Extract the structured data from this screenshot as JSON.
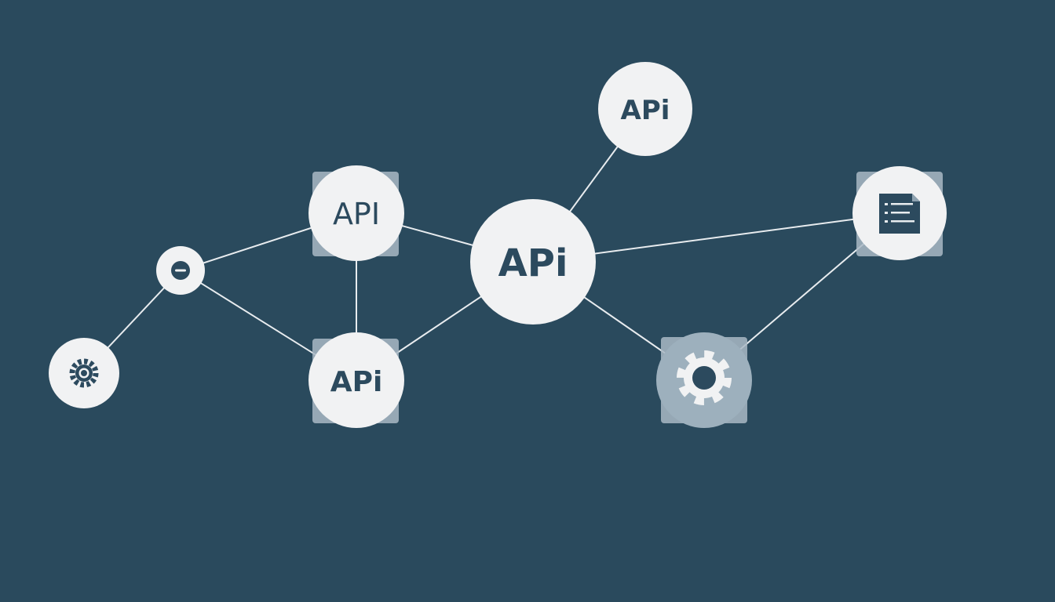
{
  "colors": {
    "background": "#2a4a5d",
    "node_fill": "#f1f2f3",
    "edge": "#e8ecef",
    "icon": "#2c4a5e",
    "frame": "#a9b9c4",
    "gear_node": "#9db0bd"
  },
  "nodes": {
    "api_top": {
      "label": "APi"
    },
    "api_upper_left": {
      "label": "API"
    },
    "api_center": {
      "label": "APi"
    },
    "api_lower_left": {
      "label": "APi"
    },
    "document": {
      "icon": "document-icon"
    },
    "gear_right": {
      "icon": "gear-icon"
    },
    "small_gear": {
      "icon": "gear-icon"
    },
    "small_minus": {
      "icon": "minus-icon"
    }
  },
  "edges": [
    {
      "from": "small_gear",
      "to": "small_minus"
    },
    {
      "from": "small_minus",
      "to": "api_upper_left"
    },
    {
      "from": "small_minus",
      "to": "api_lower_left"
    },
    {
      "from": "api_upper_left",
      "to": "api_lower_left"
    },
    {
      "from": "api_upper_left",
      "to": "api_center"
    },
    {
      "from": "api_lower_left",
      "to": "api_center"
    },
    {
      "from": "api_center",
      "to": "api_top"
    },
    {
      "from": "api_center",
      "to": "document"
    },
    {
      "from": "api_center",
      "to": "gear_right"
    },
    {
      "from": "gear_right",
      "to": "document"
    }
  ]
}
